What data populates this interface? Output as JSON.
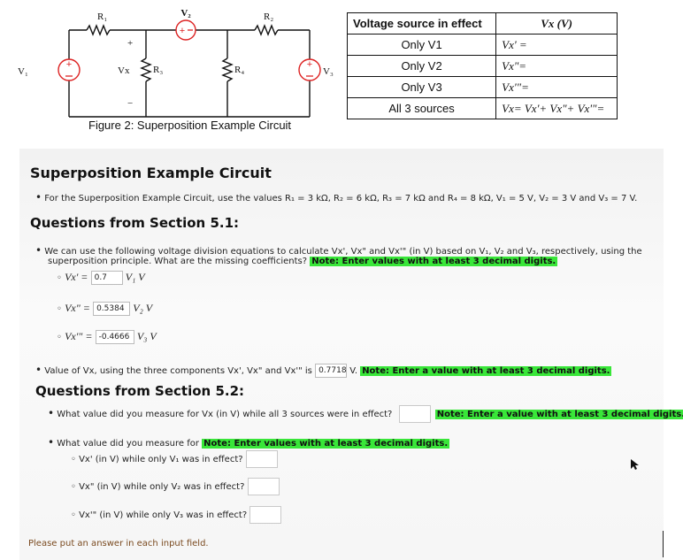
{
  "circuit": {
    "labels": {
      "r1": "R₁",
      "r2": "R₂",
      "r3": "R₃",
      "r4": "R₄",
      "v1": "V₁",
      "v2": "V₂",
      "v3": "V₃",
      "vx": "Vx",
      "plus": "+",
      "minus": "−"
    },
    "caption": "Figure 2: Superposition Example Circuit"
  },
  "table": {
    "headers": [
      "Voltage source in effect",
      "Vx (V)"
    ],
    "rows": [
      {
        "source": "Only V1",
        "expr": "Vx' ="
      },
      {
        "source": "Only V2",
        "expr": "Vx\"="
      },
      {
        "source": "Only V3",
        "expr": "Vx'\"="
      },
      {
        "source": "All 3 sources",
        "expr": "Vx= Vx'+ Vx\"+ Vx'\"="
      }
    ]
  },
  "panel": {
    "title": "Superposition Example Circuit",
    "intro": "For the Superposition Example Circuit, use the values R₁ = 3 kΩ, R₂ = 6 kΩ, R₃ = 7 kΩ and R₄ = 8 kΩ, V₁ = 5 V, V₂ = 3 V and V₃ = 7 V.",
    "section1": "Questions from Section 5.1:",
    "q1_line1": "We can use the following voltage division equations to calculate Vx', Vx\" and Vx'\" (in V) based on V₁, V₂ and V₃, respectively, using the",
    "q1_line2": "superposition principle. What are the missing coefficients?",
    "note_3dec_values": "Note: Enter values with at least 3 decimal digits.",
    "coef1_label": "Vx' =",
    "coef1_value": "0.7",
    "coef1_unit": "V₁ V",
    "coef2_label": "Vx\" =",
    "coef2_value": "0.5384",
    "coef2_unit": "V₂ V",
    "coef3_label": "Vx'\" =",
    "coef3_value": "-0.4666",
    "coef3_unit": "V₃ V",
    "q2_text": "Value of Vx, using the three components Vx', Vx\" and Vx'\" is",
    "q2_value": "0.7718",
    "q2_unit": "V.",
    "note_3dec_value": "Note: Enter a value with at least 3 decimal digits.",
    "section2": "Questions from Section 5.2:",
    "q3_text": "What value did you measure for Vx (in V) while all 3 sources were in effect?",
    "q4_text": "What value did you measure for",
    "sub1": "Vx' (in V) while only V₁ was in effect?",
    "sub2": "Vx\" (in V) while only V₂ was in effect?",
    "sub3": "Vx'\" (in V) while only V₃ was in effect?",
    "footer": "Please put an answer in each input field."
  }
}
